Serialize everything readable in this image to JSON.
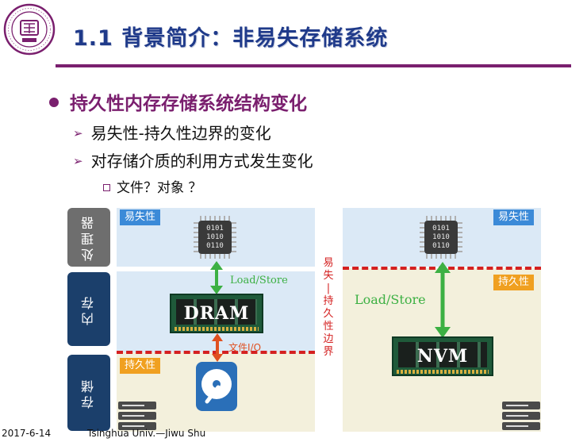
{
  "slide": {
    "title": "1.1 背景简介：非易失存储系统",
    "bullet1": "持久性内存存储系统结构变化",
    "bullet2a": "易失性-持久性边界的变化",
    "bullet2b": "对存储介质的利用方式发生变化",
    "bullet3": "文件？对象 ？"
  },
  "left_diagram": {
    "rows": {
      "processor": "处理器",
      "memory": "内存",
      "storage": "存储"
    },
    "tag_volatile": "易失性",
    "tag_persistent": "持久性",
    "chip_text": "0101\n1010\n0110",
    "ram_label": "DRAM",
    "arrow_green_label": "Load/Store",
    "arrow_red_label": "文件I/O"
  },
  "boundary_label": "易\n失\n|\n持\n久\n性\n边\n界",
  "right_diagram": {
    "tag_volatile": "易失性",
    "tag_persistent": "持久性",
    "chip_text": "0101\n1010\n0110",
    "ram_label": "NVM",
    "arrow_label": "Load/Store"
  },
  "footer": {
    "date": "2017-6-14",
    "author": "Tsinghua Univ.—Jiwu Shu"
  },
  "colors": {
    "title": "#1f3a8a",
    "accent": "#7a1f6e",
    "dark_blue": "#1b3f6b",
    "green": "#3cb043",
    "red": "#d42020",
    "orange_tag": "#f0a020",
    "blue_tag": "#3b8ad8"
  }
}
